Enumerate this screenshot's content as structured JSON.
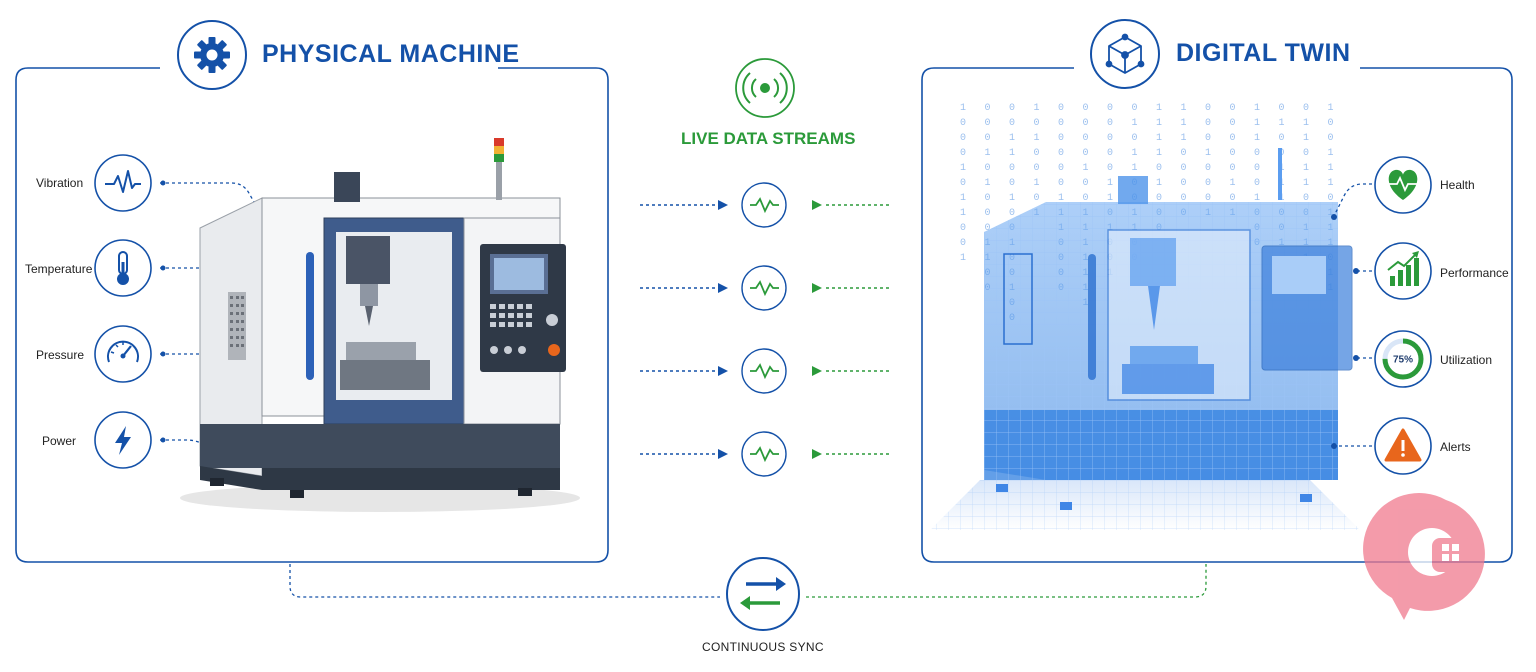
{
  "physical": {
    "title": "PHYSICAL MACHINE",
    "icon": "gear-icon",
    "sensors": [
      {
        "label": "Vibration",
        "icon": "waveform-icon"
      },
      {
        "label": "Temperature",
        "icon": "thermometer-icon"
      },
      {
        "label": "Pressure",
        "icon": "gauge-icon"
      },
      {
        "label": "Power",
        "icon": "lightning-icon"
      }
    ]
  },
  "digital": {
    "title": "DIGITAL TWIN",
    "icon": "cube-network-icon",
    "metrics": [
      {
        "label": "Health",
        "icon": "heart-pulse-icon"
      },
      {
        "label": "Performance",
        "icon": "bar-chart-icon"
      },
      {
        "label": "Utilization",
        "icon": "donut-gauge-icon",
        "value": "75%"
      },
      {
        "label": "Alerts",
        "icon": "warning-icon"
      }
    ]
  },
  "streams": {
    "title": "LIVE DATA STREAMS",
    "icon": "broadcast-icon",
    "count": 4
  },
  "sync": {
    "label": "CONTINUOUS SYNC",
    "icon": "sync-arrows-icon"
  },
  "colors": {
    "blue": "#1451a8",
    "green": "#2b9a3a",
    "orange": "#e8661c"
  }
}
